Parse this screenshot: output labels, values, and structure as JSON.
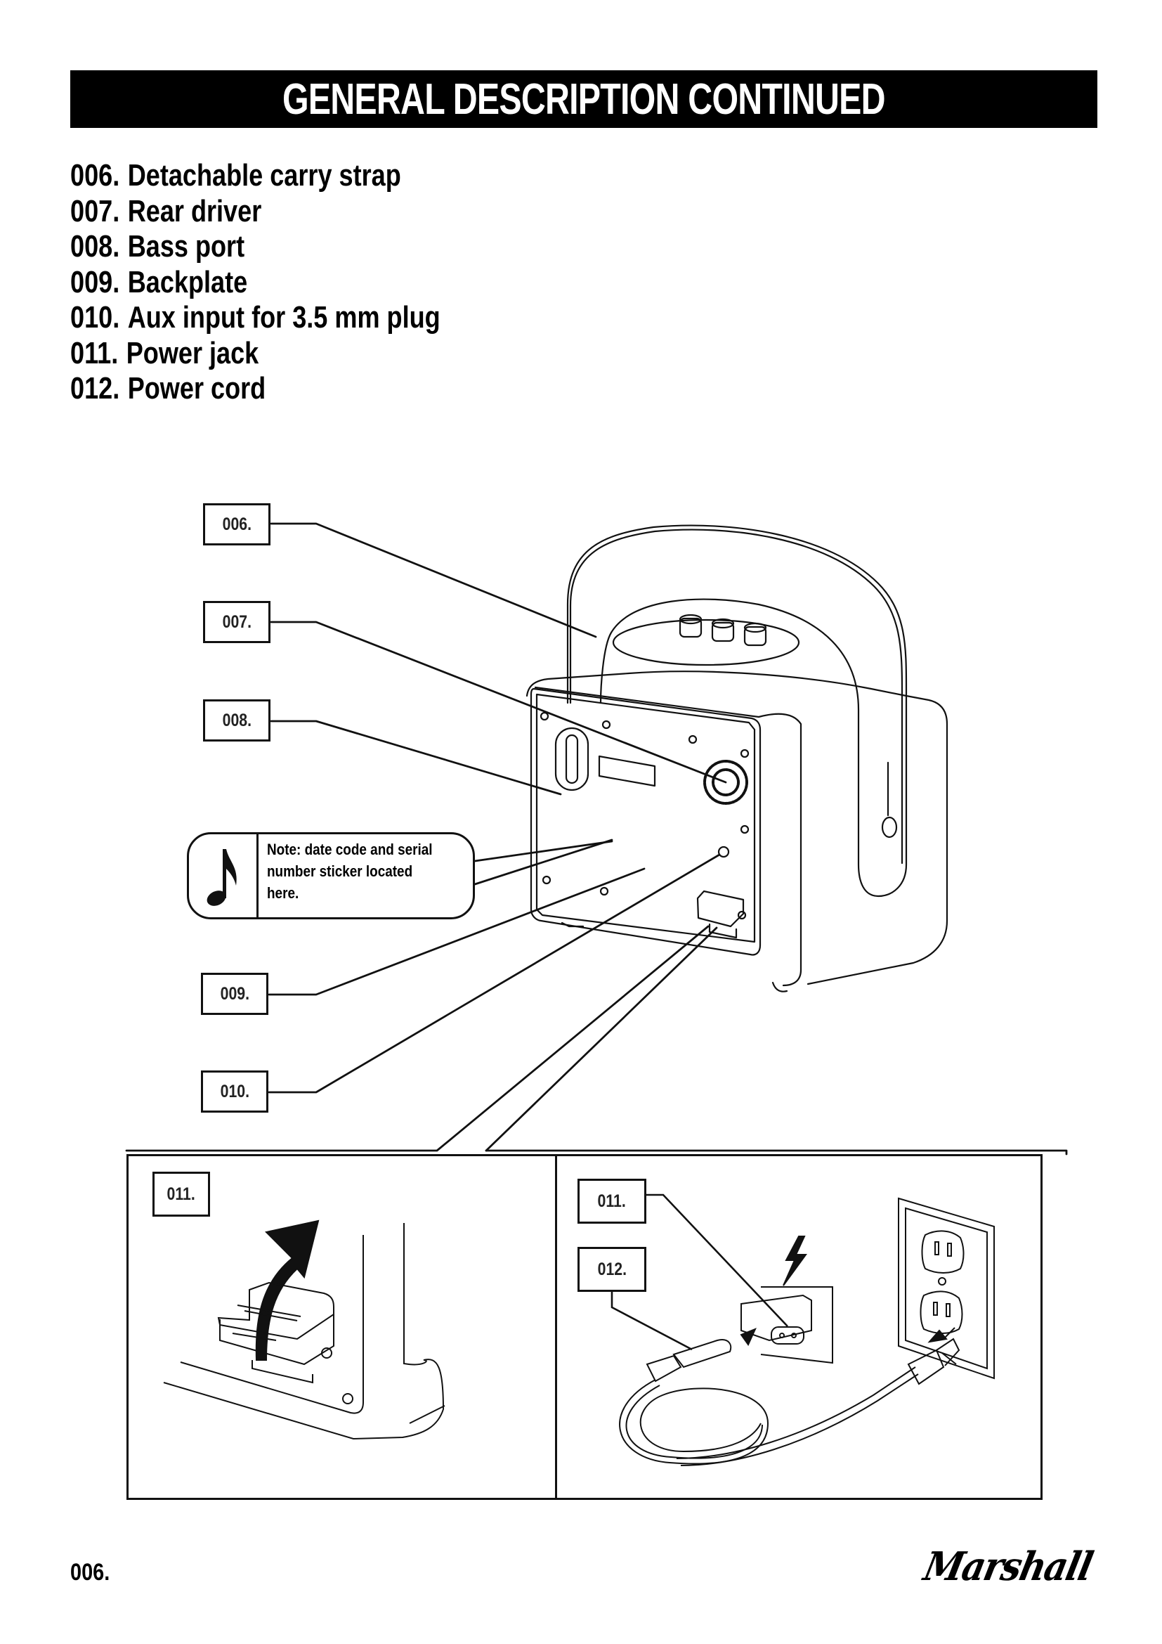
{
  "header": {
    "title": "GENERAL DESCRIPTION CONTINUED"
  },
  "parts": [
    {
      "number": "006.",
      "label": "Detachable carry strap"
    },
    {
      "number": "007.",
      "label": "Rear driver"
    },
    {
      "number": "008.",
      "label": "Bass port"
    },
    {
      "number": "009.",
      "label": "Backplate"
    },
    {
      "number": "010.",
      "label": "Aux input for 3.5 mm plug"
    },
    {
      "number": "011.",
      "label": "Power jack"
    },
    {
      "number": "012.",
      "label": "Power cord"
    }
  ],
  "diagram": {
    "callouts": {
      "strap": "006.",
      "rear_driver": "007.",
      "bass_port": "008.",
      "backplate": "009.",
      "aux_input": "010.",
      "power_jack_left": "011.",
      "power_jack_right": "011.",
      "power_cord": "012."
    },
    "note": {
      "icon": "music-note-icon",
      "lines": [
        "Note: date code and serial",
        "number sticker located",
        "here."
      ]
    }
  },
  "footer": {
    "page_number": "006.",
    "brand": "Marshall"
  }
}
